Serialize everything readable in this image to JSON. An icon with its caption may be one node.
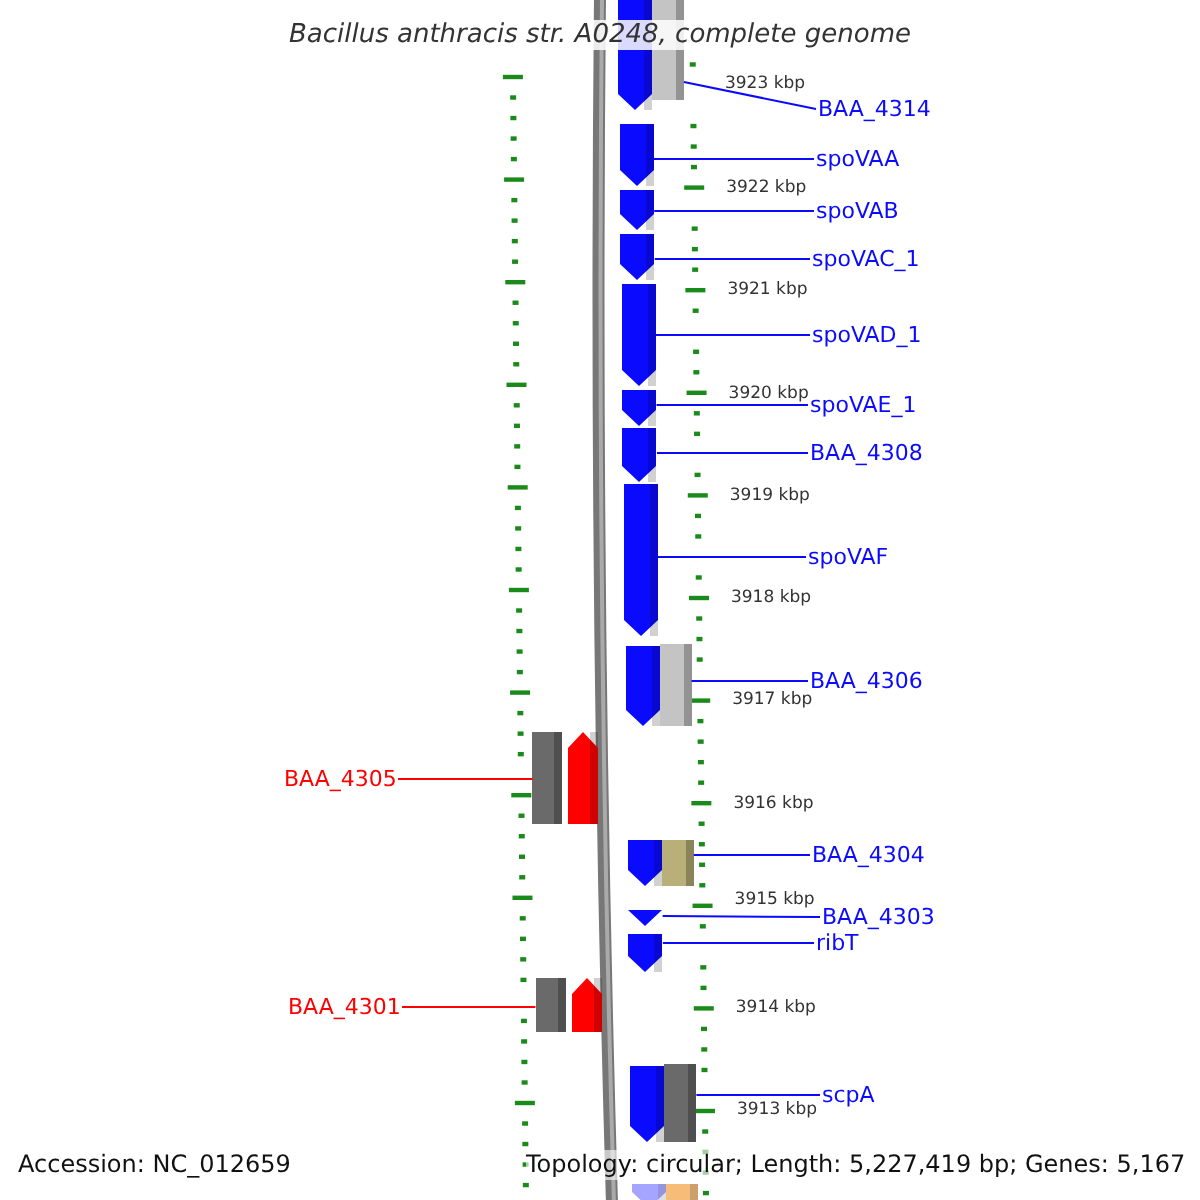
{
  "diagram": {
    "title": "Bacillus anthracis str. A0248, complete genome",
    "nodes": [
      {
        "text": [],
        "shape": "pentagon"
      },
      {
        "text": [],
        "shape": "bar"
      },
      {
        "text": [
          "BAA_4314"
        ]
      },
      {
        "text": [],
        "shape": "pentagon"
      },
      {
        "text": [
          "spoVAA"
        ]
      },
      {
        "text": [],
        "shape": "pentagon"
      },
      {
        "text": [
          "spoVAB"
        ]
      },
      {
        "text": [],
        "shape": "pentagon"
      },
      {
        "text": [
          "spoVAC_1"
        ]
      },
      {
        "text": [],
        "shape": "pentagon"
      },
      {
        "text": [
          "spoVAD_1"
        ]
      },
      {
        "text": [],
        "shape": "pentagon"
      },
      {
        "text": [
          "spoVAE_1"
        ]
      },
      {
        "text": [],
        "shape": "pentagon"
      },
      {
        "text": [
          "BAA_4308"
        ]
      },
      {
        "text": [],
        "shape": "pentagon"
      },
      {
        "text": [
          "spoVAF"
        ]
      },
      {
        "text": [],
        "shape": "pentagon"
      },
      {
        "text": [],
        "shape": "bar"
      },
      {
        "text": [
          "BAA_4306"
        ]
      },
      {
        "text": [],
        "shape": "bar"
      },
      {
        "text": [],
        "shape": "pentagon"
      },
      {
        "text": [
          "BAA_4305"
        ]
      },
      {
        "text": [],
        "shape": "pentagon"
      },
      {
        "text": [],
        "shape": "bar"
      },
      {
        "text": [
          "BAA_4304"
        ]
      },
      {
        "text": [],
        "shape": "triangle"
      },
      {
        "text": [
          "BAA_4303"
        ]
      },
      {
        "text": [],
        "shape": "pentagon"
      },
      {
        "text": [
          "ribT"
        ]
      },
      {
        "text": [],
        "shape": "bar"
      },
      {
        "text": [],
        "shape": "pentagon"
      },
      {
        "text": [
          "BAA_4301"
        ]
      },
      {
        "text": [],
        "shape": "pentagon"
      },
      {
        "text": [],
        "shape": "bar"
      },
      {
        "text": [
          "scpA"
        ]
      },
      {
        "text": [],
        "shape": "pentagon"
      },
      {
        "text": [],
        "shape": "bar"
      }
    ],
    "edges": [
      {
        "from": 2,
        "to": 1,
        "arrow": "none"
      },
      {
        "from": 4,
        "to": 3,
        "arrow": "none"
      },
      {
        "from": 6,
        "to": 5,
        "arrow": "none"
      },
      {
        "from": 8,
        "to": 7,
        "arrow": "none"
      },
      {
        "from": 10,
        "to": 9,
        "arrow": "none"
      },
      {
        "from": 12,
        "to": 11,
        "arrow": "none"
      },
      {
        "from": 14,
        "to": 13,
        "arrow": "none"
      },
      {
        "from": 16,
        "to": 15,
        "arrow": "none"
      },
      {
        "from": 19,
        "to": 18,
        "arrow": "none"
      },
      {
        "from": 22,
        "to": 20,
        "arrow": "none",
        "color": "#ff0000"
      },
      {
        "from": 25,
        "to": 24,
        "arrow": "none"
      },
      {
        "from": 27,
        "to": 26,
        "arrow": "none"
      },
      {
        "from": 29,
        "to": 28,
        "arrow": "none"
      },
      {
        "from": 32,
        "to": 30,
        "arrow": "none",
        "color": "#ff0000"
      },
      {
        "from": 35,
        "to": 34,
        "arrow": "none"
      }
    ],
    "labels": [
      "3923 kbp",
      "3922 kbp",
      "3921 kbp",
      "3920 kbp",
      "3919 kbp",
      "3918 kbp",
      "3917 kbp",
      "3916 kbp",
      "3915 kbp",
      "3914 kbp",
      "3913 kbp",
      "Accession: NC_012659",
      "Topology: circular; Length: 5,227,419 bp; Genes: 5,167"
    ]
  }
}
